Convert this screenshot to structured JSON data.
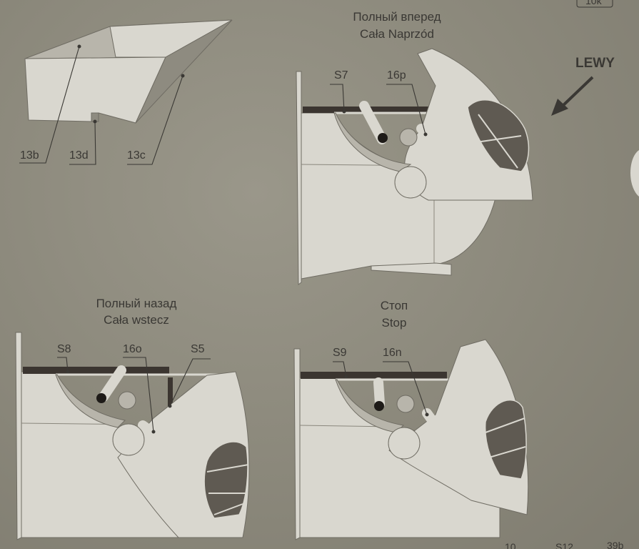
{
  "top_right_fragment": "10k",
  "captions": {
    "full_ahead_ru": "Полный вперед",
    "full_ahead_pl": "Cała Naprzód",
    "full_astern_ru": "Полный назад",
    "full_astern_pl": "Cała wstecz",
    "stop_ru": "Стоп",
    "stop_pl": "Stop",
    "side": "LEWY"
  },
  "parts": {
    "p13b": "13b",
    "p13d": "13d",
    "p13c": "13c",
    "s7": "S7",
    "p16p": "16p",
    "s8": "S8",
    "p16o": "16o",
    "s5": "S5",
    "s9": "S9",
    "p16n": "16n"
  },
  "bottom_fragments": {
    "a": "10",
    "b": "S12",
    "c": "39b"
  }
}
